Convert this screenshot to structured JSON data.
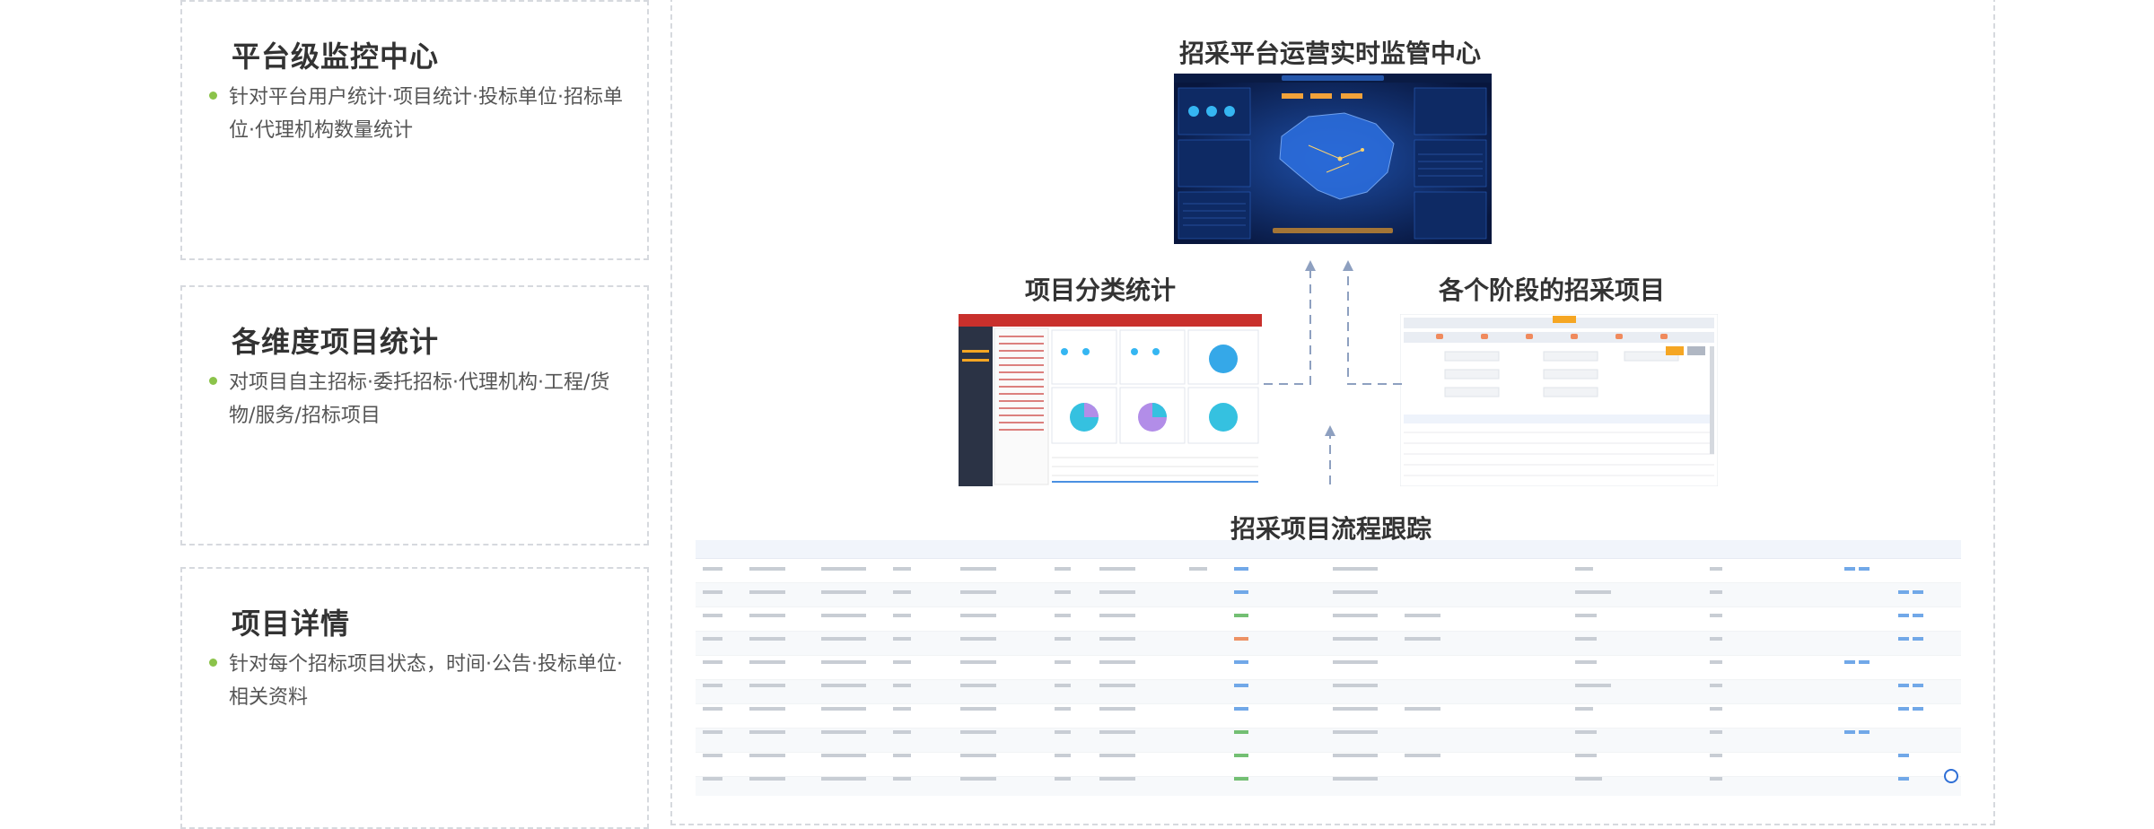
{
  "features": [
    {
      "title": "平台级监控中心",
      "desc": "针对平台用户统计·项目统计·投标单位·招标单位·代理机构数量统计"
    },
    {
      "title": "各维度项目统计",
      "desc": "对项目自主招标·委托招标·代理机构·工程/货物/服务/招标项目"
    },
    {
      "title": "项目详情",
      "desc": "针对每个招标项目状态，时间·公告·投标单位·相关资料"
    }
  ],
  "diagram": {
    "monitor_label": "招采平台运营实时监管中心",
    "category_label": "项目分类统计",
    "stage_label": "各个阶段的招采项目",
    "flow_label": "招采项目流程跟踪"
  },
  "colors": {
    "accent_green": "#8bc34a",
    "dashboard_blue": "#0b1f4d",
    "brand_red": "#c9302c",
    "link_blue": "#4a90e2",
    "arrow": "#8ea0c0"
  }
}
